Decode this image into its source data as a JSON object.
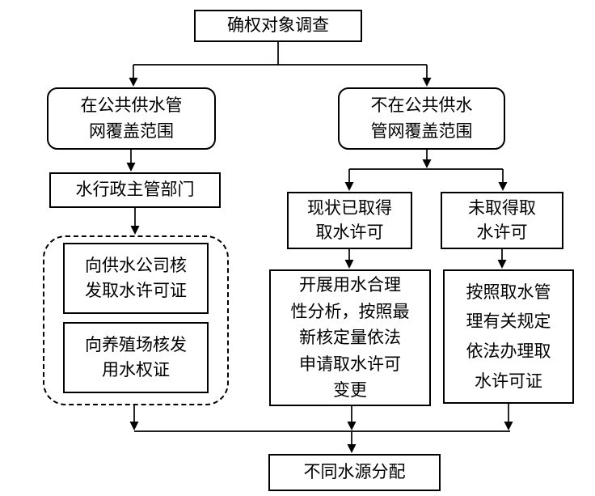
{
  "diagram": {
    "type": "flowchart",
    "background_color": "#ffffff",
    "line_color": "#000000",
    "text_color": "#000000"
  },
  "nodes": {
    "survey": "确权对象调查",
    "covered": "在公共供水管\n网覆盖范围",
    "admin": "水行政主管部门",
    "issue_permit": "向供水公司核\n发取水许可证",
    "issue_right": "向养殖场核发\n用水权证",
    "not_covered": "不在公共供水\n管网覆盖范围",
    "obtained": "现状已取得\n取水许可",
    "not_obtained": "未取得取\n水许可",
    "analysis": "开展用水合理\n性分析，按照最\n新核定量依法\n申请取水许可\n变更",
    "regulation": "按照取水管\n理有关规定\n依法办理取\n水许可证",
    "allocation": "不同水源分配"
  },
  "edges": [
    {
      "from": "survey",
      "to": "covered"
    },
    {
      "from": "survey",
      "to": "not_covered"
    },
    {
      "from": "covered",
      "to": "admin"
    },
    {
      "from": "admin",
      "to": "dashed_group(issue_permit, issue_right)"
    },
    {
      "from": "not_covered",
      "to": "obtained"
    },
    {
      "from": "not_covered",
      "to": "not_obtained"
    },
    {
      "from": "obtained",
      "to": "analysis"
    },
    {
      "from": "not_obtained",
      "to": "regulation"
    },
    {
      "from": "dashed_group",
      "to": "allocation"
    },
    {
      "from": "analysis",
      "to": "allocation"
    },
    {
      "from": "regulation",
      "to": "allocation"
    }
  ]
}
